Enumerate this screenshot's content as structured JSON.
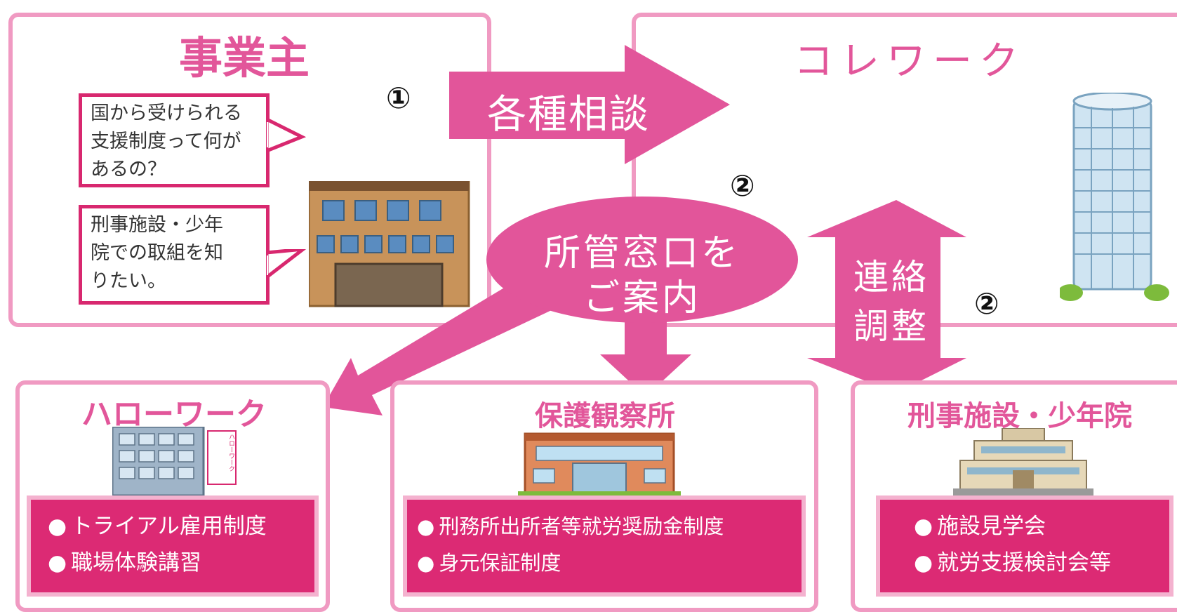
{
  "employer": {
    "title": "事業主",
    "bubble1": "国から受けられる\n支援制度って何が\nあるの？",
    "bubble2": "刑事施設・少年\n院での取組を知\nりたい。"
  },
  "corework": {
    "title": "コレワーク"
  },
  "arrows": {
    "consult": "各種相談",
    "guide_line1": "所管窓口を",
    "guide_line2": "ご案内",
    "coord_line1": "連絡",
    "coord_line2": "調整"
  },
  "step_numbers": {
    "one": "①",
    "two_a": "②",
    "two_b": "②"
  },
  "boxes": {
    "hellowork": {
      "title": "ハローワーク",
      "sign": "ハローワーク",
      "items": [
        "トライアル雇用制度",
        "職場体験講習"
      ]
    },
    "probation": {
      "title": "保護観察所",
      "items": [
        "刑務所出所者等就労奨励金制度",
        "身元保証制度"
      ]
    },
    "correctional": {
      "title": "刑事施設・少年院",
      "items": [
        "施設見学会",
        "就労支援検討会等"
      ]
    }
  },
  "colors": {
    "panel_border": "#f09ac2",
    "accent_pink": "#e0508f",
    "box_fill": "#dc2a74",
    "title_pink": "#e2569a"
  }
}
